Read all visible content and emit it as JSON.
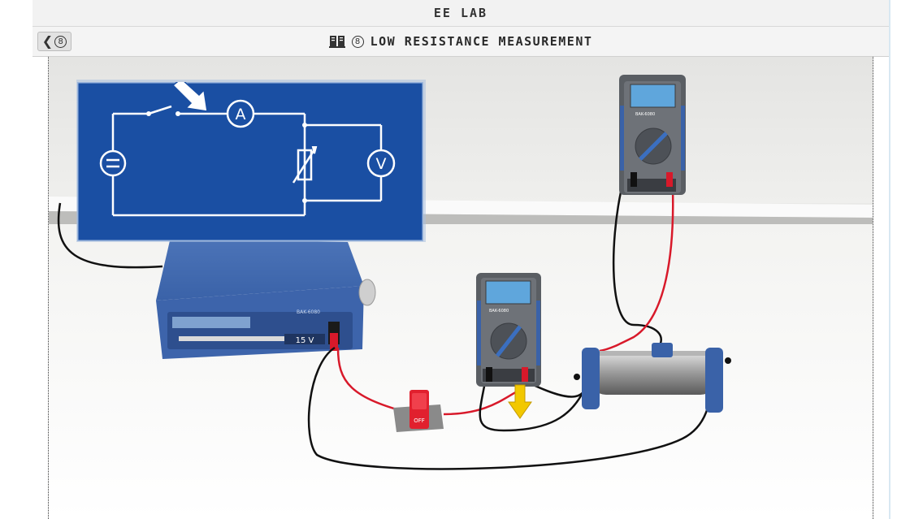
{
  "app": {
    "title": "EE LAB"
  },
  "nav": {
    "back_badge": "8",
    "lesson_badge": "8",
    "lesson_title": "LOW RESISTANCE MEASUREMENT"
  },
  "scene": {
    "psu_display": "15 V",
    "switch_label": "OFF",
    "meter_brand": "BAK-6080",
    "schematic": {
      "ammeter_symbol": "A",
      "voltmeter_symbol": "V"
    }
  },
  "colors": {
    "schematic_bg": "#1a4fa3",
    "device_blue": "#3a62a8",
    "wire_red": "#d8192a",
    "wire_black": "#111111",
    "probe_yellow": "#f2c800"
  }
}
